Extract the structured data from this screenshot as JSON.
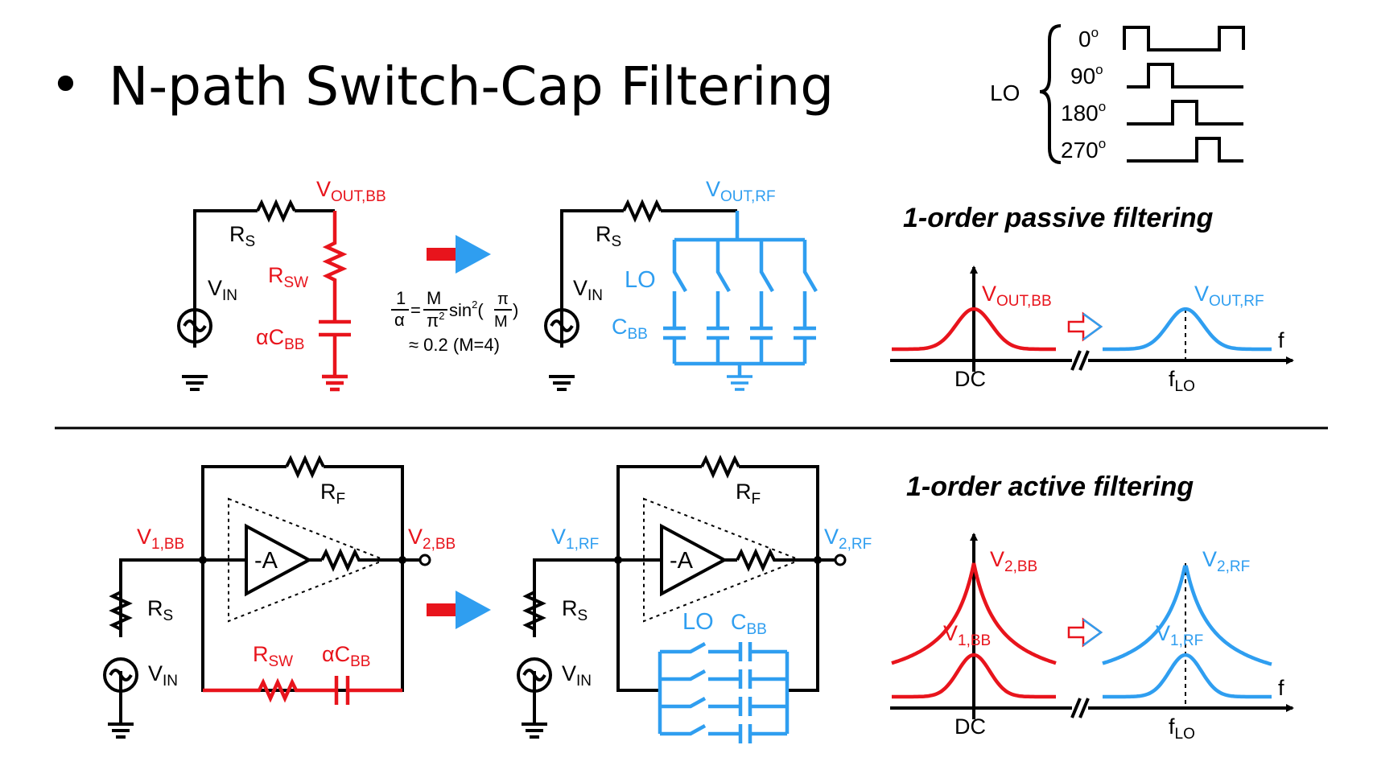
{
  "title": "N-path Switch-Cap Filtering",
  "bullet": "•",
  "lo_timing": {
    "label": "LO",
    "phases": [
      "0",
      "90",
      "180",
      "270"
    ],
    "degree_mark": "o"
  },
  "colors": {
    "baseband": "#e8141c",
    "rf": "#2f9ef0",
    "wire": "#000000"
  },
  "passive": {
    "heading": "1-order passive filtering",
    "bb_circuit": {
      "rs": "R",
      "rs_sub": "S",
      "vin": "V",
      "vin_sub": "IN",
      "vout": "V",
      "vout_sub": "OUT,BB",
      "rsw": "R",
      "rsw_sub": "SW",
      "cbb": "αC",
      "cbb_sub": "BB"
    },
    "formula": {
      "lhs_num": "1",
      "lhs_den": "α",
      "eq": "=",
      "m_num": "M",
      "m_den": "π",
      "m_den_sup": "2",
      "sin": "sin",
      "sin_sup": "2",
      "pi": "π",
      "m": "M",
      "approx": "≈ 0.2 (M=4)"
    },
    "rf_circuit": {
      "rs": "R",
      "rs_sub": "S",
      "vin": "V",
      "vin_sub": "IN",
      "vout": "V",
      "vout_sub": "OUT,RF",
      "lo": "LO",
      "cbb": "C",
      "cbb_sub": "BB"
    },
    "spectrum": {
      "bb_label": "V",
      "bb_sub": "OUT,BB",
      "rf_label": "V",
      "rf_sub": "OUT,RF",
      "axis": "f",
      "dc": "DC",
      "flo": "f",
      "flo_sub": "LO"
    }
  },
  "active": {
    "heading": "1-order active filtering",
    "bb_circuit": {
      "rf": "R",
      "rf_sub": "F",
      "amp": "-A",
      "v1": "V",
      "v1_sub": "1,BB",
      "v2": "V",
      "v2_sub": "2,BB",
      "rs": "R",
      "rs_sub": "S",
      "vin": "V",
      "vin_sub": "IN",
      "rsw": "R",
      "rsw_sub": "SW",
      "cbb": "αC",
      "cbb_sub": "BB"
    },
    "rf_circuit": {
      "rf": "R",
      "rf_sub": "F",
      "amp": "-A",
      "v1": "V",
      "v1_sub": "1,RF",
      "v2": "V",
      "v2_sub": "2,RF",
      "rs": "R",
      "rs_sub": "S",
      "vin": "V",
      "vin_sub": "IN",
      "lo": "LO",
      "cbb": "C",
      "cbb_sub": "BB"
    },
    "spectrum": {
      "v2bb": "V",
      "v2bb_sub": "2,BB",
      "v1bb": "V",
      "v1bb_sub": "1,BB",
      "v2rf": "V",
      "v2rf_sub": "2,RF",
      "v1rf": "V",
      "v1rf_sub": "1,RF",
      "axis": "f",
      "dc": "DC",
      "flo": "f",
      "flo_sub": "LO"
    }
  }
}
